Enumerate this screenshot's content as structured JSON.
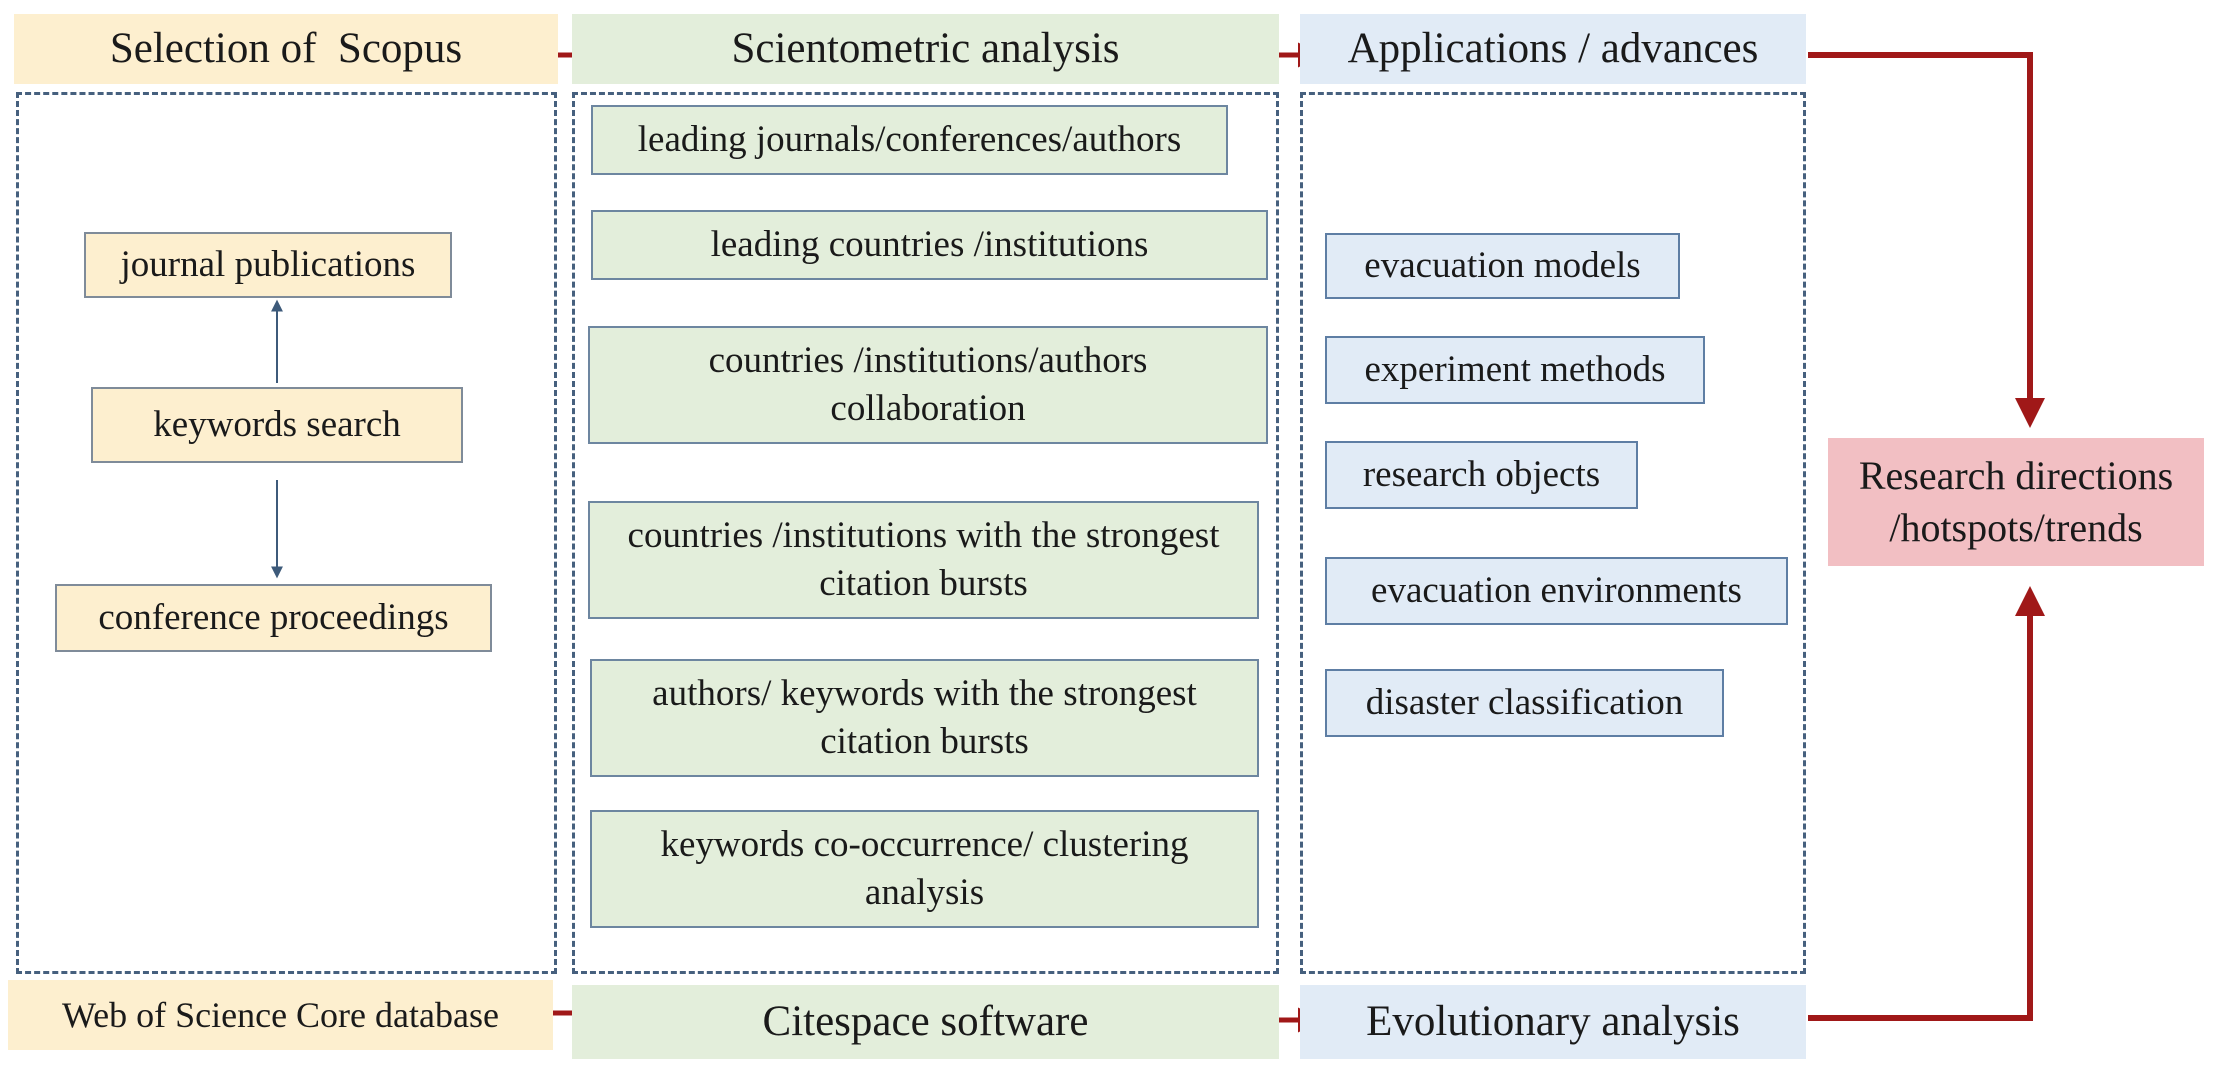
{
  "columns": {
    "data_sources": {
      "header": "Selection of  Scopus",
      "footer": "Web of Science Core database",
      "items": [
        "journal publications",
        "keywords search",
        "conference proceedings"
      ]
    },
    "analysis": {
      "header": "Scientometric analysis",
      "footer": "Citespace software",
      "items": [
        "leading journals/conferences/authors",
        "leading countries /institutions",
        "countries /institutions/authors collaboration",
        "countries /institutions with the strongest citation bursts",
        "authors/ keywords with the strongest citation bursts",
        "keywords co-occurrence/ clustering analysis"
      ]
    },
    "applications": {
      "header": "Applications / advances",
      "footer": "Evolutionary analysis",
      "items": [
        "evacuation models",
        "experiment methods",
        "research objects",
        "evacuation environments",
        "disaster classification"
      ]
    }
  },
  "result": {
    "line1": "Research directions",
    "line2": "/hotspots/trends"
  },
  "colors": {
    "source_fill": "#fdefcf",
    "analysis_fill": "#e3eedb",
    "application_fill": "#e1ebf6",
    "result_fill": "#f2bfc3",
    "flow_arrow": "#a01818",
    "inner_arrow": "#3d5a7a",
    "dashed_border": "#46607e"
  }
}
